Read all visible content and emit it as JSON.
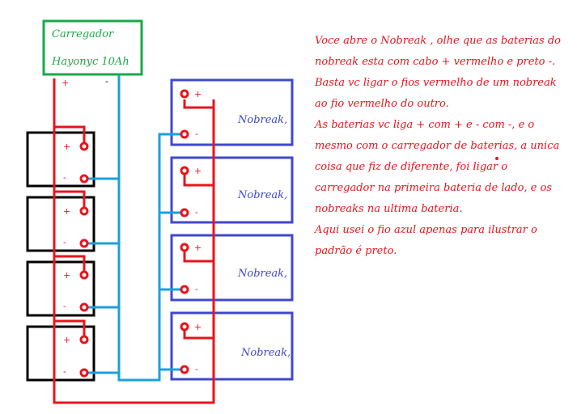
{
  "charger": {
    "line1": "Carregador",
    "line2": "Hayonyc 10Ah",
    "plus": "+",
    "minus": "-"
  },
  "batteries": [
    {
      "plus": "+",
      "minus": "-"
    },
    {
      "plus": "+",
      "minus": "-"
    },
    {
      "plus": "+",
      "minus": "-"
    },
    {
      "plus": "+",
      "minus": "-"
    }
  ],
  "nobreaks": [
    {
      "label": "Nobreak,",
      "plus": "+",
      "minus": "-"
    },
    {
      "label": "Nobreak,",
      "plus": "+",
      "minus": "-"
    },
    {
      "label": "Nobreak,",
      "plus": "+",
      "minus": "-"
    },
    {
      "label": "Nobreak,",
      "plus": "+",
      "minus": "-"
    }
  ],
  "explanation": [
    "Voce abre o Nobreak , olhe que as  baterias do",
    "nobreak esta com cabo + vermelho e  preto -.",
    "Basta vc ligar o fios vermelho de um nobreak",
    "ao fio vermelho do outro.",
    "As baterias vc liga + com + e - com -,  e o",
    "mesmo com o carregador de baterias, a unica",
    "coisa que fiz de diferente, foi ligar o",
    "carregador na primeira bateria de lado, e os",
    "nobreaks na ultima bateria.",
    "Aqui usei o fio azul apenas para ilustrar o",
    "padrão é preto."
  ],
  "colors": {
    "red_wire": "#e8141c",
    "blue_wire": "#1ba0e0",
    "charger_border": "#1aa84a",
    "charger_text": "#1aa84a",
    "nobreak_border": "#3f48cc",
    "nobreak_text": "#3f48cc",
    "battery_border": "#000000"
  }
}
